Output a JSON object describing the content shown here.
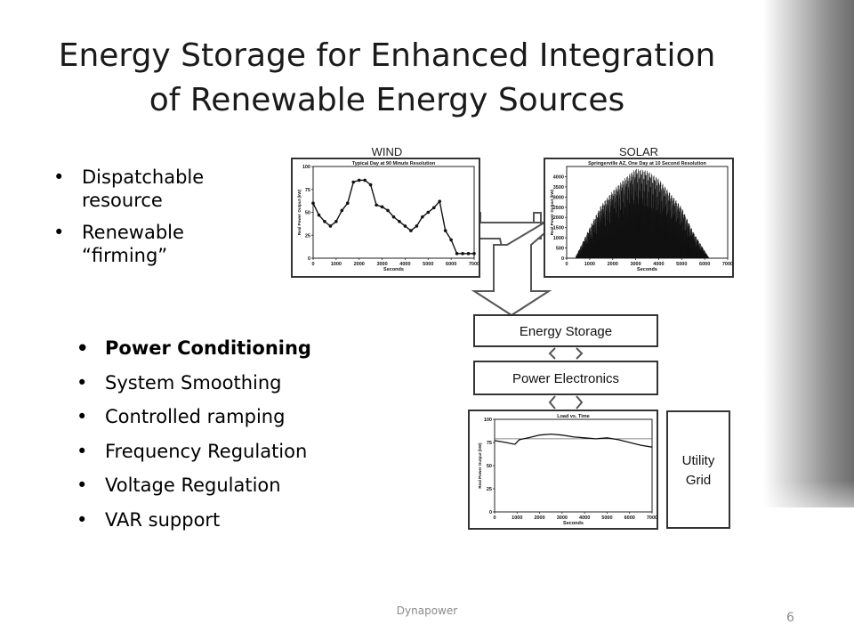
{
  "title": {
    "line1": "Energy Storage for Enhanced Integration",
    "line2": "of Renewable Energy Sources"
  },
  "top_bullets": [
    {
      "line1": "Dispatchable",
      "line2": "resource"
    },
    {
      "line1": "Renewable",
      "line2": "“firming”"
    }
  ],
  "bottom_bullets": [
    "Power Conditioning",
    "System Smoothing",
    "Controlled ramping",
    "Frequency Regulation",
    "Voltage Regulation",
    "VAR support"
  ],
  "diagram": {
    "wind_label": "WIND",
    "solar_label": "SOLAR",
    "energy_storage": "Energy Storage",
    "power_electronics": "Power Electronics",
    "utility_grid_line1": "Utility",
    "utility_grid_line2": "Grid",
    "colors": {
      "box_fill": "#ffffff",
      "box_stroke": "#333333",
      "arrow_stroke": "#555555"
    }
  },
  "chart_data": [
    {
      "type": "line",
      "title": "Typical Day at 90 Minute Resolution",
      "xlabel": "Seconds",
      "ylabel": "Real Power Output (kW)",
      "xlim": [
        0,
        7000
      ],
      "ylim": [
        0,
        100
      ],
      "xticks": [
        "0",
        "1000",
        "2000",
        "3000",
        "4000",
        "5000",
        "6000",
        "7000"
      ],
      "yticks": [
        "0",
        "25",
        "50",
        "75",
        "100"
      ],
      "x": [
        0,
        250,
        500,
        750,
        1000,
        1250,
        1500,
        1750,
        2000,
        2250,
        2500,
        2750,
        3000,
        3250,
        3500,
        3750,
        4000,
        4250,
        4500,
        4750,
        5000,
        5250,
        5500,
        5750,
        6000,
        6250,
        6500,
        6750,
        7000
      ],
      "y": [
        60,
        47,
        40,
        35,
        40,
        52,
        60,
        83,
        85,
        85,
        80,
        58,
        56,
        52,
        45,
        40,
        35,
        30,
        35,
        45,
        50,
        55,
        62,
        30,
        20,
        5,
        5,
        5,
        5
      ]
    },
    {
      "type": "area",
      "title": "Springerville AZ, One Day at 10 Second Resolution",
      "xlabel": "Seconds",
      "ylabel": "Real Power Output (kW)",
      "xlim": [
        0,
        7000
      ],
      "ylim": [
        0,
        4500
      ],
      "xticks": [
        "0",
        "1000",
        "2000",
        "3000",
        "4000",
        "5000",
        "6000",
        "7000"
      ],
      "yticks": [
        "0",
        "500",
        "1000",
        "1500",
        "2000",
        "2500",
        "3000",
        "3500",
        "4000"
      ],
      "envelope_x": [
        400,
        1000,
        1500,
        2000,
        2500,
        3000,
        3500,
        4000,
        4500,
        5000,
        5500,
        6200
      ],
      "envelope_y": [
        100,
        1500,
        2600,
        3300,
        3900,
        4400,
        4300,
        3900,
        3200,
        2500,
        1300,
        0
      ]
    },
    {
      "type": "line",
      "title": "Load vs. Time",
      "xlabel": "Seconds",
      "ylabel": "Real Power Output (kW)",
      "xlim": [
        0,
        7000
      ],
      "ylim": [
        0,
        100
      ],
      "xticks": [
        "0",
        "1000",
        "2000",
        "3000",
        "4000",
        "5000",
        "6000",
        "7000"
      ],
      "yticks": [
        "0",
        "25",
        "50",
        "75",
        "100"
      ],
      "x": [
        0,
        500,
        900,
        1100,
        1500,
        2000,
        2500,
        3000,
        3500,
        4000,
        4500,
        5000,
        5500,
        6000,
        6500,
        7000
      ],
      "y": [
        77,
        75,
        73,
        78,
        80,
        83,
        84,
        83,
        81,
        80,
        79,
        80,
        78,
        75,
        72,
        70
      ],
      "reference_line": 79
    }
  ],
  "footer": {
    "company": "Dynapower",
    "page": "6"
  }
}
